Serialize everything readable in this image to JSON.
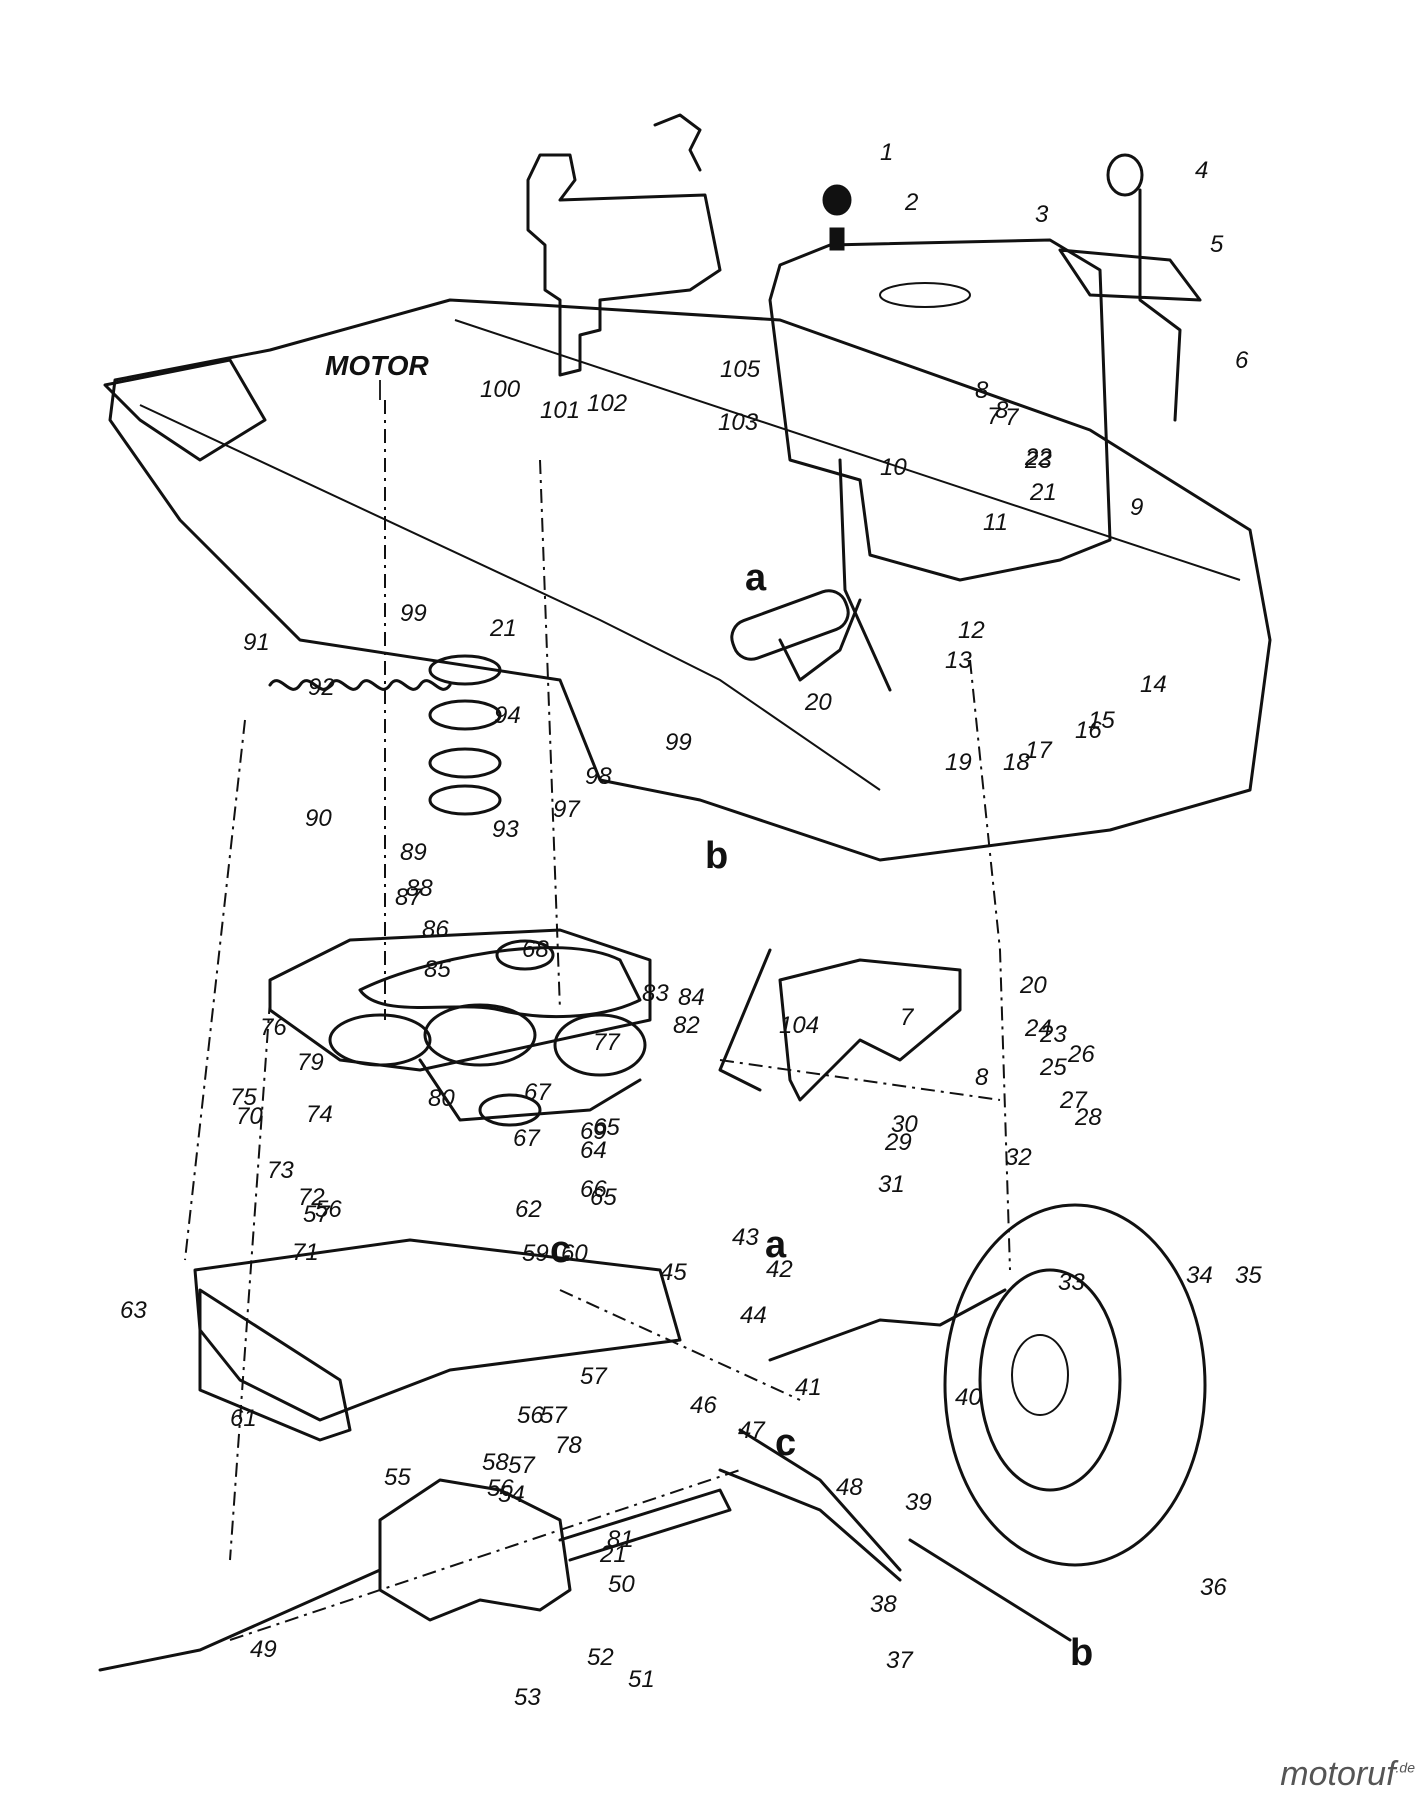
{
  "diagram": {
    "motor_label": "MOTOR",
    "reference_letters": [
      "a",
      "a",
      "b",
      "b",
      "c",
      "c"
    ],
    "parts": [
      {
        "n": "1"
      },
      {
        "n": "2"
      },
      {
        "n": "3"
      },
      {
        "n": "4"
      },
      {
        "n": "5"
      },
      {
        "n": "6"
      },
      {
        "n": "7"
      },
      {
        "n": "7"
      },
      {
        "n": "7"
      },
      {
        "n": "8"
      },
      {
        "n": "8"
      },
      {
        "n": "8"
      },
      {
        "n": "9"
      },
      {
        "n": "10"
      },
      {
        "n": "11"
      },
      {
        "n": "12"
      },
      {
        "n": "13"
      },
      {
        "n": "14"
      },
      {
        "n": "15"
      },
      {
        "n": "16"
      },
      {
        "n": "17"
      },
      {
        "n": "18"
      },
      {
        "n": "19"
      },
      {
        "n": "20"
      },
      {
        "n": "20"
      },
      {
        "n": "21"
      },
      {
        "n": "21"
      },
      {
        "n": "21"
      },
      {
        "n": "22"
      },
      {
        "n": "23"
      },
      {
        "n": "23"
      },
      {
        "n": "24"
      },
      {
        "n": "25"
      },
      {
        "n": "26"
      },
      {
        "n": "27"
      },
      {
        "n": "28"
      },
      {
        "n": "29"
      },
      {
        "n": "30"
      },
      {
        "n": "31"
      },
      {
        "n": "32"
      },
      {
        "n": "33"
      },
      {
        "n": "34"
      },
      {
        "n": "35"
      },
      {
        "n": "36"
      },
      {
        "n": "37"
      },
      {
        "n": "38"
      },
      {
        "n": "39"
      },
      {
        "n": "40"
      },
      {
        "n": "41"
      },
      {
        "n": "42"
      },
      {
        "n": "43"
      },
      {
        "n": "44"
      },
      {
        "n": "45"
      },
      {
        "n": "46"
      },
      {
        "n": "47"
      },
      {
        "n": "48"
      },
      {
        "n": "49"
      },
      {
        "n": "50"
      },
      {
        "n": "51"
      },
      {
        "n": "52"
      },
      {
        "n": "53"
      },
      {
        "n": "54"
      },
      {
        "n": "55"
      },
      {
        "n": "56"
      },
      {
        "n": "56"
      },
      {
        "n": "56"
      },
      {
        "n": "57"
      },
      {
        "n": "57"
      },
      {
        "n": "57"
      },
      {
        "n": "57"
      },
      {
        "n": "58"
      },
      {
        "n": "59"
      },
      {
        "n": "60"
      },
      {
        "n": "61"
      },
      {
        "n": "62"
      },
      {
        "n": "63"
      },
      {
        "n": "64"
      },
      {
        "n": "65"
      },
      {
        "n": "65"
      },
      {
        "n": "66"
      },
      {
        "n": "67"
      },
      {
        "n": "67"
      },
      {
        "n": "68"
      },
      {
        "n": "69"
      },
      {
        "n": "70"
      },
      {
        "n": "71"
      },
      {
        "n": "72"
      },
      {
        "n": "73"
      },
      {
        "n": "74"
      },
      {
        "n": "75"
      },
      {
        "n": "76"
      },
      {
        "n": "77"
      },
      {
        "n": "78"
      },
      {
        "n": "79"
      },
      {
        "n": "80"
      },
      {
        "n": "81"
      },
      {
        "n": "82"
      },
      {
        "n": "83"
      },
      {
        "n": "84"
      },
      {
        "n": "85"
      },
      {
        "n": "86"
      },
      {
        "n": "87"
      },
      {
        "n": "88"
      },
      {
        "n": "89"
      },
      {
        "n": "90"
      },
      {
        "n": "91"
      },
      {
        "n": "92"
      },
      {
        "n": "93"
      },
      {
        "n": "94"
      },
      {
        "n": "97"
      },
      {
        "n": "98"
      },
      {
        "n": "99"
      },
      {
        "n": "99"
      },
      {
        "n": "100"
      },
      {
        "n": "101"
      },
      {
        "n": "102"
      },
      {
        "n": "103"
      },
      {
        "n": "104"
      },
      {
        "n": "105"
      }
    ]
  },
  "watermark": {
    "text": "motoruf",
    "suffix": ".de"
  }
}
